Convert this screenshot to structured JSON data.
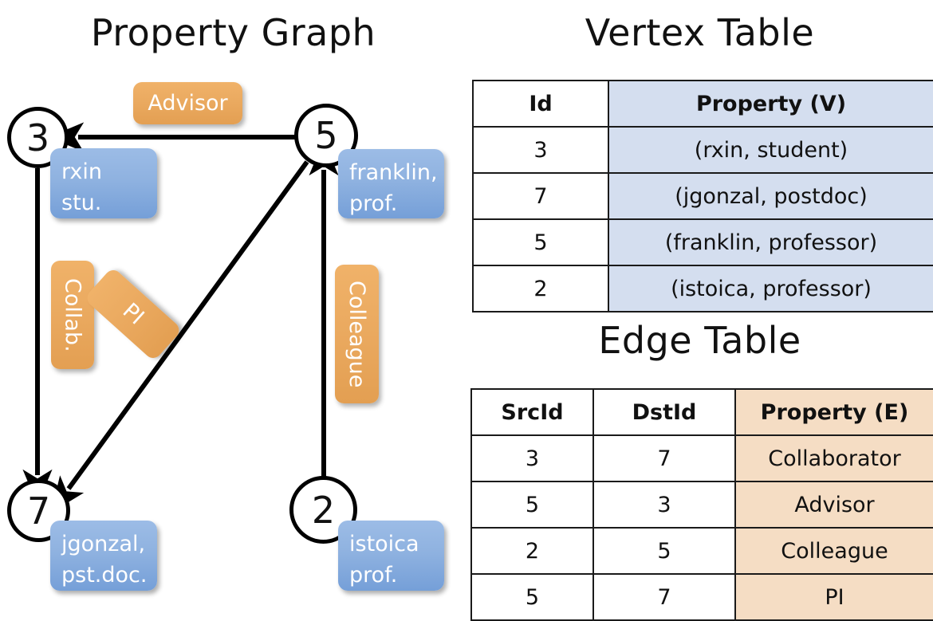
{
  "titles": {
    "property_graph": "Property Graph",
    "vertex_table": "Vertex Table",
    "edge_table": "Edge Table"
  },
  "graph": {
    "nodes": [
      {
        "id": "3",
        "prop_line1": "rxin",
        "prop_line2": "stu."
      },
      {
        "id": "5",
        "prop_line1": "franklin,",
        "prop_line2": "prof."
      },
      {
        "id": "7",
        "prop_line1": "jgonzal,",
        "prop_line2": "pst.doc."
      },
      {
        "id": "2",
        "prop_line1": "istoica",
        "prop_line2": "prof."
      }
    ],
    "edge_labels": {
      "advisor": "Advisor",
      "collab": "Collab.",
      "pi": "PI",
      "colleague": "Colleague"
    }
  },
  "vertex_table": {
    "headers": [
      "Id",
      "Property (V)"
    ],
    "rows": [
      {
        "id": "3",
        "property": "(rxin, student)"
      },
      {
        "id": "7",
        "property": "(jgonzal, postdoc)"
      },
      {
        "id": "5",
        "property": "(franklin, professor)"
      },
      {
        "id": "2",
        "property": "(istoica, professor)"
      }
    ]
  },
  "edge_table": {
    "headers": [
      "SrcId",
      "DstId",
      "Property (E)"
    ],
    "rows": [
      {
        "src": "3",
        "dst": "7",
        "property": "Collaborator"
      },
      {
        "src": "5",
        "dst": "3",
        "property": "Advisor"
      },
      {
        "src": "2",
        "dst": "5",
        "property": "Colleague"
      },
      {
        "src": "5",
        "dst": "7",
        "property": "PI"
      }
    ]
  },
  "colors": {
    "vertex_property_fill": "#d4deef",
    "edge_property_fill": "#f5ddc4",
    "node_box_blue": "#8fb2e0",
    "edge_label_orange": "#eaa95f",
    "stroke": "#000000"
  }
}
